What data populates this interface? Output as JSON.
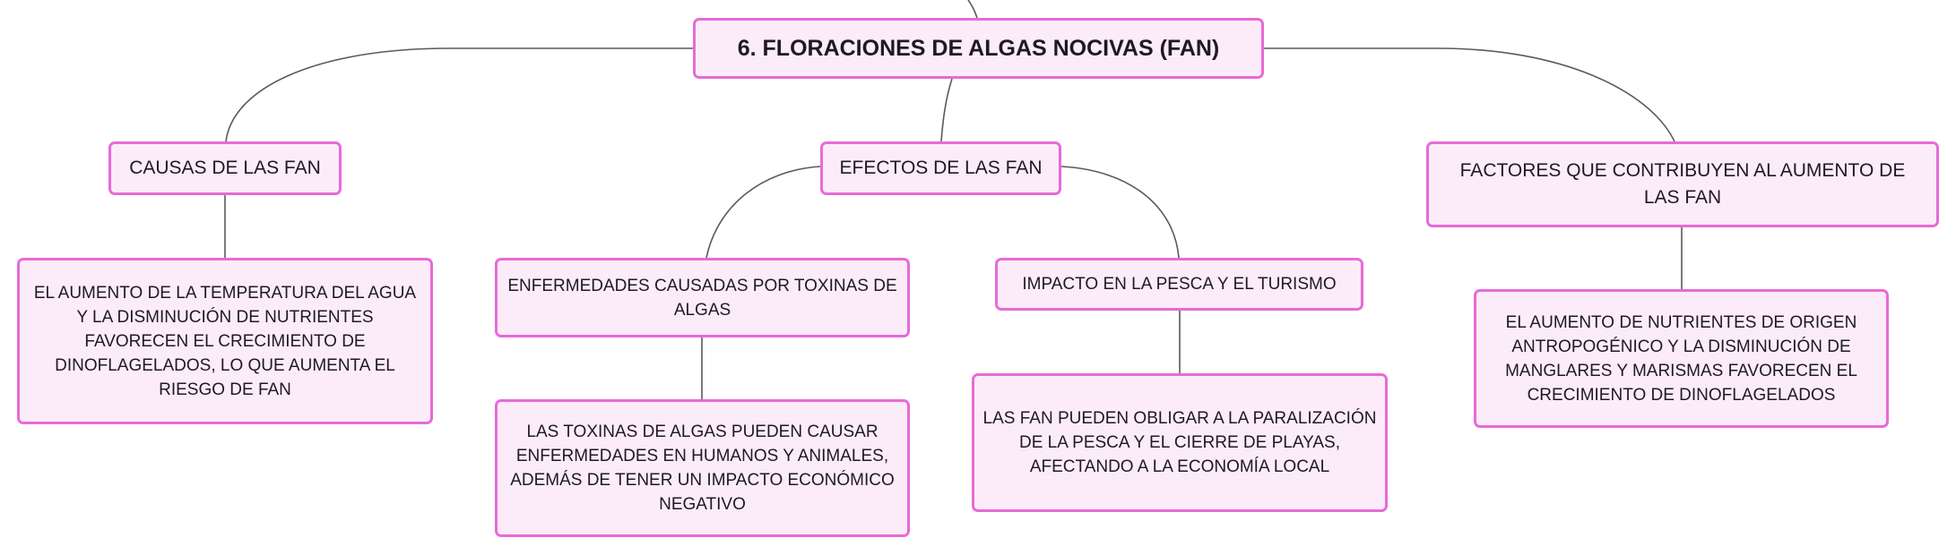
{
  "colors": {
    "node_border": "#e86ad7",
    "node_fill": "#fcecf9",
    "line": "#5a5a5a",
    "text": "#1f1a1f"
  },
  "map": {
    "title": "6. FLORACIONES DE ALGAS NOCIVAS (FAN)",
    "causas": {
      "label": "CAUSAS DE LAS FAN",
      "detail": "EL AUMENTO DE LA TEMPERATURA DEL AGUA Y LA DISMINUCIÓN DE NUTRIENTES FAVORECEN EL CRECIMIENTO DE DINOFLAGELADOS, LO QUE AUMENTA EL RIESGO DE FAN"
    },
    "efectos": {
      "label": "EFECTOS DE LAS FAN",
      "enfermedades": {
        "label": "ENFERMEDADES CAUSADAS POR TOXINAS DE ALGAS",
        "detail": "LAS TOXINAS DE ALGAS PUEDEN CAUSAR ENFERMEDADES EN HUMANOS Y ANIMALES, ADEMÁS DE TENER UN IMPACTO ECONÓMICO NEGATIVO"
      },
      "impacto": {
        "label": "IMPACTO EN LA PESCA Y EL TURISMO",
        "detail": "LAS FAN PUEDEN OBLIGAR A LA PARALIZACIÓN DE LA PESCA Y EL CIERRE DE PLAYAS, AFECTANDO A LA ECONOMÍA LOCAL"
      }
    },
    "factores": {
      "label": "FACTORES QUE CONTRIBUYEN AL AUMENTO DE LAS FAN",
      "detail": "EL AUMENTO DE NUTRIENTES DE ORIGEN ANTROPOGÉNICO Y LA DISMINUCIÓN DE MANGLARES Y MARISMAS FAVORECEN EL CRECIMIENTO DE DINOFLAGELADOS"
    }
  }
}
